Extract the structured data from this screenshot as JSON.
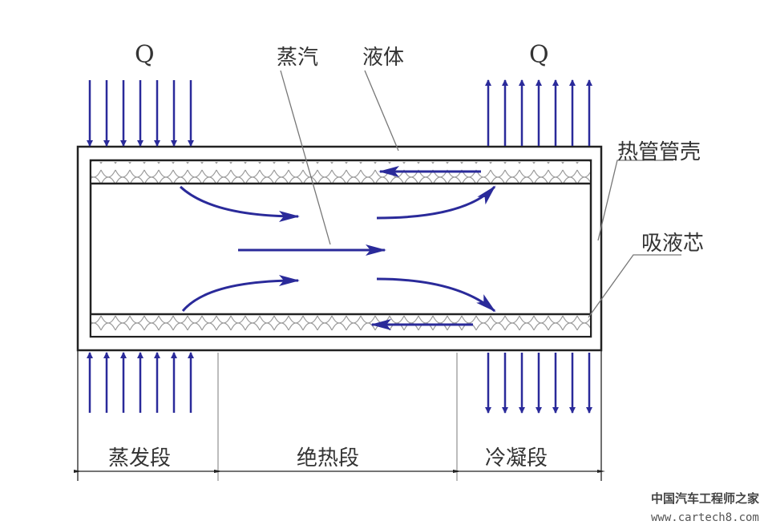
{
  "labels": {
    "heat_in": "Q",
    "heat_out": "Q",
    "vapor": "蒸汽",
    "liquid": "液体",
    "shell": "热管管壳",
    "wick": "吸液芯",
    "evaporator": "蒸发段",
    "adiabatic": "绝热段",
    "condenser": "冷凝段"
  },
  "watermark": {
    "title": "中国汽车工程师之家",
    "url": "www.cartech8.com"
  },
  "colors": {
    "arrow": "#2a2a9a",
    "line": "#222222",
    "leader": "#777777"
  }
}
